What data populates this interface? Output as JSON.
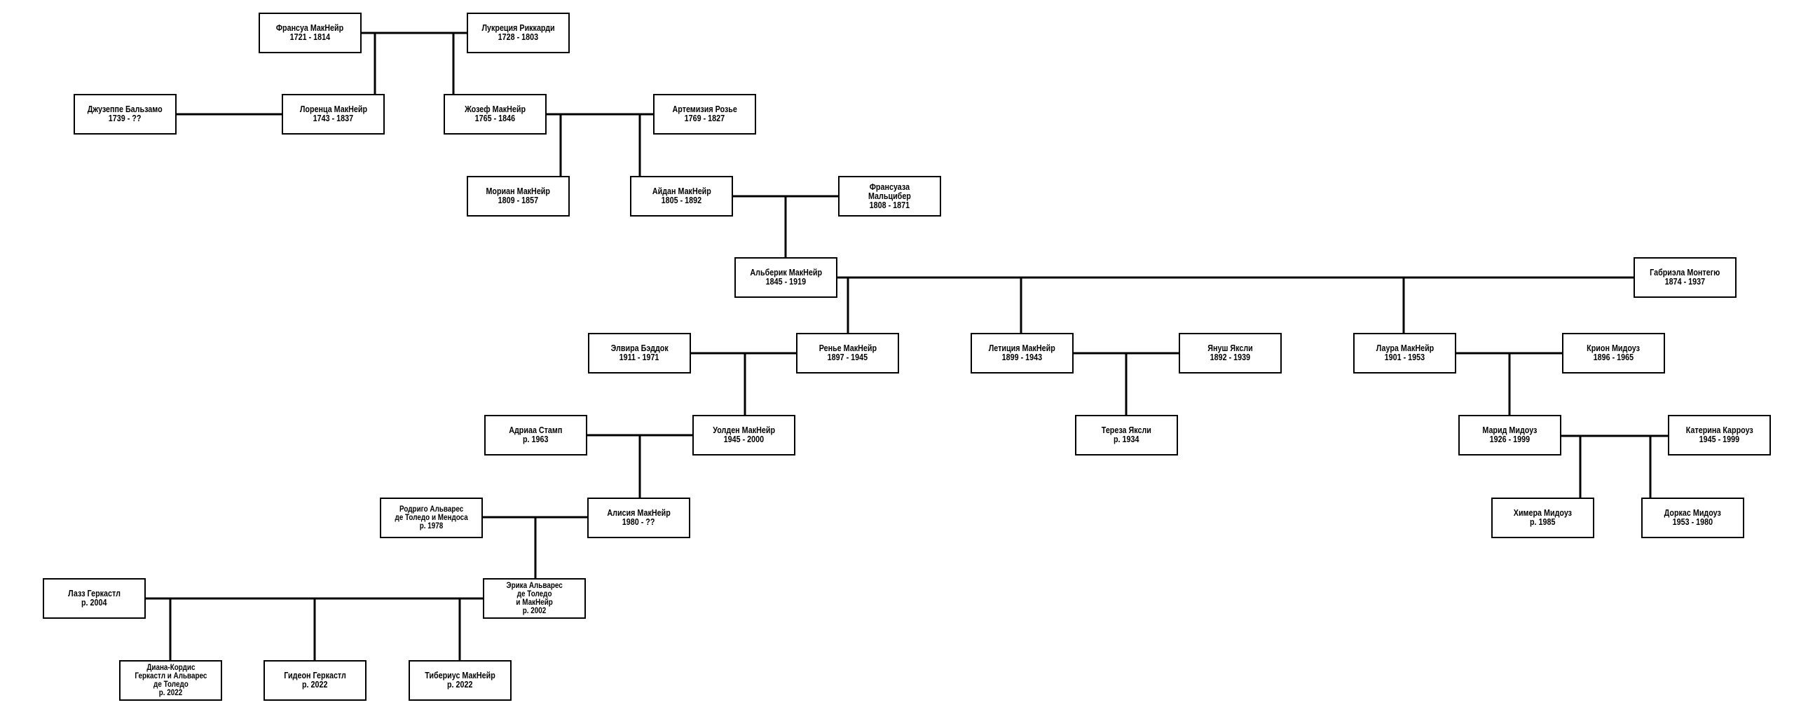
{
  "people": {
    "francois": {
      "name": "Франсуа МакНейр",
      "dates": "1721 - 1814"
    },
    "lucrezia": {
      "name": "Лукреция Риккарди",
      "dates": "1728 - 1803"
    },
    "giuseppe": {
      "name": "Джузеппе Бальзамо",
      "dates": "1739 - ??"
    },
    "lorenza": {
      "name": "Лоренца МакНейр",
      "dates": "1743 - 1837"
    },
    "joseph": {
      "name": "Жозеф МакНейр",
      "dates": "1765 - 1846"
    },
    "artemisia": {
      "name": "Артемизия Розье",
      "dates": "1769 - 1827"
    },
    "morian": {
      "name": "Мориан МакНейр",
      "dates": "1809 - 1857"
    },
    "aidan": {
      "name": "Айдан МакНейр",
      "dates": "1805 - 1892"
    },
    "francoise": {
      "name": "Франсуаза\nМальцибер",
      "dates": "1808 - 1871"
    },
    "alberic": {
      "name": "Альберик МакНейр",
      "dates": "1845 - 1919"
    },
    "gabriela": {
      "name": "Габриэла Монтегю",
      "dates": "1874 - 1937"
    },
    "elvira": {
      "name": "Элвира Бэддок",
      "dates": "1911 - 1971"
    },
    "renier": {
      "name": "Ренье МакНейр",
      "dates": "1897 - 1945"
    },
    "leticia": {
      "name": "Летиция МакНейр",
      "dates": "1899 - 1943"
    },
    "janusz": {
      "name": "Януш Яксли",
      "dates": "1892 - 1939"
    },
    "laura": {
      "name": "Лаура МакНейр",
      "dates": "1901 - 1953"
    },
    "crion": {
      "name": "Крион Мидоуз",
      "dates": "1896 - 1965"
    },
    "adriaa": {
      "name": "Адриаа Стамп",
      "dates": "р. 1963"
    },
    "walden": {
      "name": "Уолден МакНейр",
      "dates": "1945 - 2000"
    },
    "tereza": {
      "name": "Тереза Яксли",
      "dates": "р. 1934"
    },
    "marid": {
      "name": "Марид Мидоуз",
      "dates": "1926 - 1999"
    },
    "katerina": {
      "name": "Катерина Карроуз",
      "dates": "1945 - 1999"
    },
    "rodrigo": {
      "name": "Родриго Альварес\nде Толедо и Мендоса",
      "dates": "р. 1978"
    },
    "alicia": {
      "name": "Алисия МакНейр",
      "dates": "1980 - ??"
    },
    "chimera": {
      "name": "Химера Мидоуз",
      "dates": "р. 1985"
    },
    "dorcas": {
      "name": "Доркас Мидоуз",
      "dates": "1953 - 1980"
    },
    "lazz": {
      "name": "Лазз Геркастл",
      "dates": "р. 2004"
    },
    "erica": {
      "name": "Эрика Альварес\nде Толедо\nи МакНейр",
      "dates": "р. 2002"
    },
    "diana": {
      "name": "Диана-Кордис\nГеркастл и Альварес\nде Толедо",
      "dates": "р. 2022"
    },
    "gideon": {
      "name": "Гидеон Геркастл",
      "dates": "р. 2022"
    },
    "tiberius": {
      "name": "Тибериус МакНейр",
      "dates": "р. 2022"
    }
  }
}
